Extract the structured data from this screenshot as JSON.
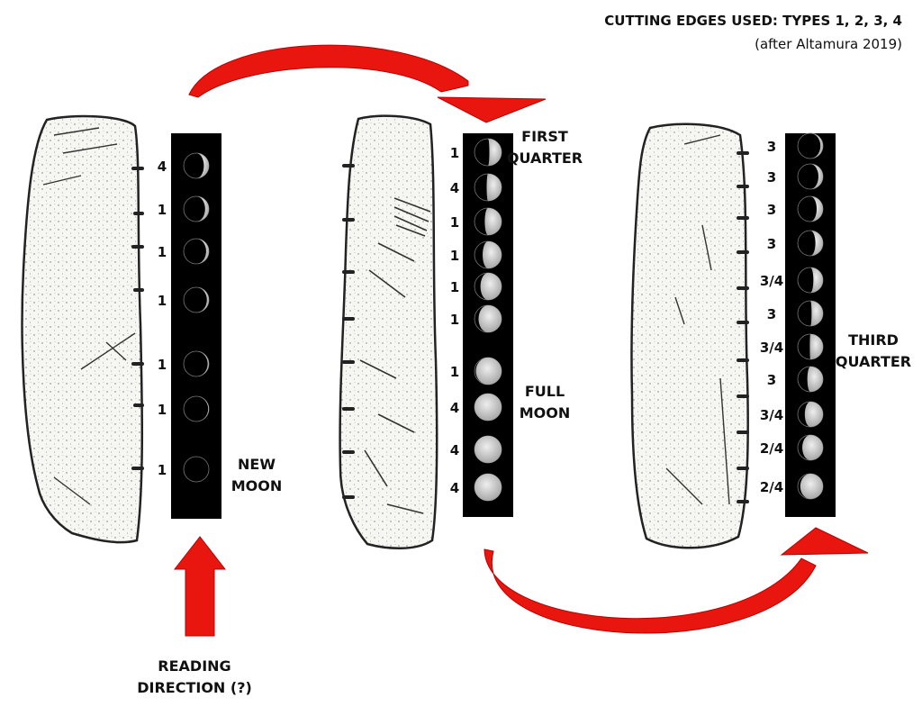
{
  "header": {
    "title": "CUTTING EDGES USED: TYPES 1, 2, 3, 4",
    "subtitle": "(after Altamura 2019)"
  },
  "stones": [
    {
      "codes": [
        "4",
        "1",
        "1",
        "1",
        "1",
        "1",
        "1"
      ],
      "phases": [
        0.2,
        0.15,
        0.11,
        0.08,
        0.05,
        0.03,
        0.0
      ],
      "annotations": [
        {
          "lines": [
            "NEW",
            "MOON"
          ],
          "row": 6
        }
      ]
    },
    {
      "codes": [
        "1",
        "4",
        "1",
        "1",
        "1",
        "1",
        "1",
        "4",
        "4",
        "4"
      ],
      "phases": [
        0.45,
        0.55,
        0.62,
        0.7,
        0.78,
        0.85,
        0.95,
        1.0,
        1.0,
        1.0
      ],
      "annotations": [
        {
          "lines": [
            "FIRST",
            "QUARTER"
          ],
          "row": 0
        },
        {
          "lines": [
            "FULL",
            "MOON"
          ],
          "row": 7
        }
      ]
    },
    {
      "codes": [
        "3",
        "3",
        "3",
        "3",
        "3/4",
        "3",
        "3/4",
        "3",
        "3/4",
        "2/4",
        "2/4"
      ],
      "phases": [
        0.1,
        0.18,
        0.25,
        0.3,
        0.38,
        0.45,
        0.52,
        0.62,
        0.72,
        0.82,
        0.9
      ],
      "annotations": [
        {
          "lines": [
            "THIRD",
            "QUARTER"
          ],
          "row": 6
        }
      ]
    }
  ],
  "reading_direction": {
    "lines": [
      "READING",
      "DIRECTION (?)"
    ]
  },
  "colors": {
    "arrow": "#e8160f",
    "stone_outline": "#222222",
    "moon_lit": "#d9d9d9"
  }
}
